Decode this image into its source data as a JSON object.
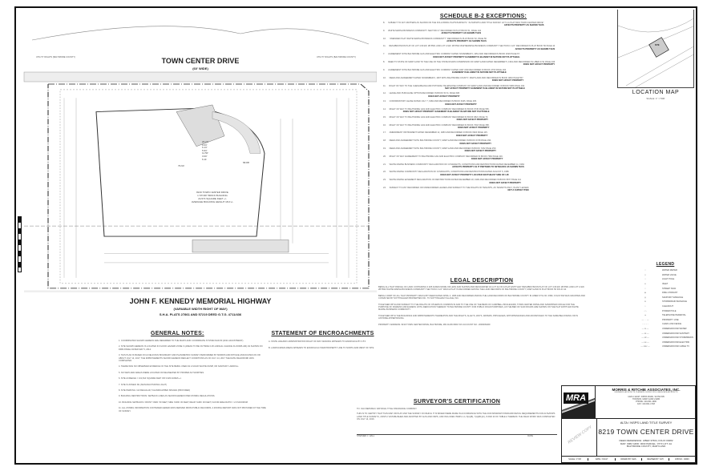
{
  "plan": {
    "road_top": "TOWN CENTER DRIVE",
    "road_top_width": "(60' WIDE)",
    "road_bottom": "JOHN F. KENNEDY MEMORIAL HIGHWAY",
    "road_bottom_width": "(VARIABLE WIDTH RIGHT OF WAY)",
    "road_bottom_ref": "S.H.A. PLATS 27861 AND 57219 DEED G.T.G. 4711/436",
    "utility_left": "UTILITY RIGHTS (BALTIMORE COUNTY)",
    "utility_right": "UTILITY RIGHTS (BALTIMORE COUNTY)",
    "building": [
      "8219 TOWN CENTER DRIVE",
      "1 STORY BRICK BUILDING",
      "24,574 SQUARE FEET +/-",
      "AVERAGE BUILDING HEIGHT 18.0'+/-"
    ],
    "dims": [
      "20.23'",
      "9.43'",
      "6.13'",
      "5.93'",
      "11.50'",
      "3.00'",
      "6.11'",
      "79.94'",
      "58.88'"
    ]
  },
  "location_map": {
    "title": "LOCATION MAP",
    "scale": "SCALE: 1\" = 500'",
    "site": "SITE"
  },
  "schedule_b": {
    "title": "SCHEDULE B-2 EXCEPTIONS:",
    "items": [
      {
        "n": "8.",
        "t": "SUBJECT TO ANY MATTERS AS SHOWN ON THE FOLLOWING PLATS/SURVEYS: \"ALTA/NSPS LAND TITLE SURVEY LOT 4-A PLAT 8219 TOWN CENTER DRIVE\"",
        "s": "AFFECTS PROPERTY AS SHOWN THUS"
      },
      {
        "n": "9.",
        "t": "WHITE MARSH BUSINESS COMMUNITY SECTION C\" RECORDED IN PLAT BOOK 51, PAGE 142",
        "s": "AFFECTS PROPERTY AS SHOWN THUS"
      },
      {
        "n": "10.",
        "t": "\"AMENDED PLAT WHITE MARSH BUSINESS COMMUNITY\" RECORDED IN PLAT BOOK 52, PAGE 56",
        "s": "AFFECTS PROPERTY AS SHOWN THUS"
      },
      {
        "n": "11.",
        "t": "RESUBDIVISION PLAT OF LOT 4-B-SW, 2B 5501 AND LOT 4-SW, 2B 5502 WHITEMARSH BUSINESS COMMUNITY SECTION C & D\" RECORDED IN PLAT BOOK 56 PAGE 44",
        "s": "AFFECTS PROPERTY AS SHOWN THUS"
      },
      {
        "n": "7.",
        "t": "AGREEMENT WITH BALTIMORE GAS AND ELECTRIC COMPANY DATED NOVEMBER 5, 1951 AND RECORDED IN BOOK 2620 PAGE 67.",
        "s": "DOES NOT AFFECT PROPERTY EASEMENT IS BLANKET IN NATURE NOT PLOTTABLE."
      },
      {
        "n": "8.",
        "t": "DEED TO STATE OF MARYLAND TO THE USE OF THE STATE ROADS COMMISSION OF MARYLAND DATED DECEMBER 5, 1964 AND RECORDED IN LIBER 4711 PAGE 436",
        "s": "DOES NOT AFFECT PROPERTY"
      },
      {
        "n": "9.",
        "t": "AGREEMENT WITH BALTIMORE GAS AND ELECTRIC COMPANY DATED 1967 AND RECORDED IN BOOK 4763 PAGE 193.",
        "s": "EASEMENT IS BLANKET IN NATURE NOT PLOTTABLE"
      },
      {
        "n": "10.",
        "t": "DEED AND AGREEMENT DATED NOVEMBER 6, 1967 WITH BALTIMORE COUNTY, MARYLAND AND RECORDED IN BOOK 4843 PAGE 557.",
        "s": "DOES NOT AFFECT PROPERTY"
      },
      {
        "n": "11.",
        "t": "RIGHT OF WAY TO THE CHESAPEAKE AND POTOMAC TELEPHONE COMPANY OF MARYLAND AND RECORDED IN BOOK 5080 PAGE 194.",
        "s": "MAY AFFECT PROPERTY EASEMENT IS BLANKET IN NATURE NOT PLOTTABLE"
      },
      {
        "n": "12.",
        "t": "LEASE AND PURCHASE OPTION RECORDED IN BOOK 5174, PAGE 608.",
        "s": "DOES NOT AFFECT PROPERTY"
      },
      {
        "n": "13.",
        "t": "CONFIRMATORY LEASE DATED JULY 7, 1982 AND RECORDED IN BOOK 6345, PAGE 405.",
        "s": "DOES NOT AFFECT PROPERTY"
      },
      {
        "n": "14.",
        "t": "RIGHT OF WAY TO BALTIMORE GAS AND ELECTRIC COMPANY RECORDED IN BOOK 6745 PAGE 565.",
        "s": "DOES NOT AFFECT PROPERTY EASEMENT IS BLANKET IN NATURE NOT PLOTTABLE"
      },
      {
        "n": "15.",
        "t": "RIGHT OF WAY TO BALTIMORE GAS AND ELECTRIC COMPANY RECORDED IN BOOK 6821 PAGE 73.",
        "s": "DOES NOT AFFECT PROPERTY"
      },
      {
        "n": "16.",
        "t": "RIGHT OF WAY TO BALTIMORE GAS AND ELECTRIC COMPANY RECORDED IN BOOK 7018 PAGE 358.",
        "s": "DOES NOT AFFECT PROPERTY"
      },
      {
        "n": "17.",
        "t": "AMENDMENT INSTRUMENT DATED DECEMBER 12, 1983 AND RECORDED IN BOOK 6620 PAGE 115.",
        "s": "DOES NOT AFFECT PROPERTY"
      },
      {
        "n": "18.",
        "t": "DEED AND AGREEMENT WITH BALTIMORE COUNTY, MARYLAND RECORDED IN BOOK 6728 PAGE 290.",
        "s": "DOES NOT AFFECT PROPERTY"
      },
      {
        "n": "19.",
        "t": "DEED AND AGREEMENT WITH BALTIMORE COUNTY, MARYLAND AND RECORDED IN BOOK 7262 PAGE 250.",
        "s": "DOES NOT AFFECT PROPERTY"
      },
      {
        "n": "20.",
        "t": "RIGHT OF WAY AGREEMENT TO BALTIMORE GAS AND ELECTRIC COMPANY RECORDED IN BOOK 7382 PAGE 416.",
        "s": "DOES NOT AFFECT PROPERTY"
      },
      {
        "n": "21.",
        "t": "WHITE MARSH BUSINESS COMMUNITY DECLARATION OF COVENANTS, CONDITIONS AND RESTRICTIONS DATED DECEMBER 11, 1984",
        "s": "AFFECTS PROPERTY AS IT PERTAINS TO SETBACKS AS SHOWN THUS"
      },
      {
        "n": "22.",
        "t": "WHITE MARSH COMMUNITY DECLARATION OF COVENANTS, CONDITIONS AND RESTRICTIONS DATED AUGUST 5, 1986",
        "s": "DOES NOT AFFECT PROPERTY LOCATED SOUTHEAST SIDE OF I-95"
      },
      {
        "n": "23.",
        "t": "WHITE MARSH EASEMENT DECLARATION OF RESTRICTIONS DATED DECEMBER 18, 1990 AND RECORDED IN BOOK 8677 PAGE 111",
        "s": "DOES NOT AFFECT PROPERTY"
      },
      {
        "n": "24.",
        "t": "SUBJECT TO ANY RECORDED OR UNRECORDED LEASES AND SUBJECT TO THE RIGHTS OF TENANTS, AS TENANTS ONLY, IN ANY LEASES",
        "s": "NOT A SURVEY ITEM"
      }
    ]
  },
  "legal": {
    "title": "LEGAL DESCRIPTION",
    "paragraphs": [
      "BEING ALL THAT PARCEL OF LAND CONTAINING 3.025 ACRES MORE OR LESS AND SHOWN AND DESIGNATED AS LOT 4A ON A PLAT ENTITLED \"RESUBDIVISION PLAT OF LOT 4-B-SW, 2B 5501 AND LOT 4-SW, 2B 5502 WHITE MARSH BUSINESS COMMUNITY SECTION C & D\" WHICH PLAT IS RECORDED AMONG THE LAND RECORDS OF BALTIMORE COUNTY, MARYLAND IN PLAT BOOK 56 FOLIO 44.",
      "BEING A PART OF ALL THAT PROPERTY WHICH BY DEED DATED APRIL 4, 1966 AND RECORDED AMONG THE LAND RECORDS OF BALTIMORE COUNTY IN LIBER OTG NO. 4582, FOLIO 594 WAS GRANTED AND CONVEYED BY NOTTINGHAM PROPERTIES INC. TO NOTTINGHAM VILLAGE, INC.",
      "TOGETHER WITH AND SUBJECT TO THE RIGHTS OF OTHERS IN COMMON IN AND TO THE USE OF THE BEDS OF CAMPBELL BOULEVARD, TOWN CENTER DRIVE AND SANDPIPER CIRCLE FOR THE PURPOSE OF INGRESS AND EGRESS UNTIL DEDICATION THEREOF TO BALTIMORE COUNTY FOR PUBLIC ROAD PURPOSES, AS THE BED OF SAID ROADS ARE SHOWN ON THE PLAT ENTITLED WHITE MARSH BUSINESS COMMUNITY.",
      "TOGETHER WITH THE BUILDINGS AND IMPROVEMENTS THEREUPON AND THE RIGHTS, ALLEYS, WAYS, WATERS, PRIVILEGES, APPURTENANCES AND ADVANTAGES TO THE SAME BELONGING OR IN ANYWISE APPERTAINING.",
      "PROPERTY ADDRESS: 8219 TOWN CENTER DRIVE, BALTIMORE, MD 21236-5904 TAX ACCOUNT NO.: 2000009469"
    ]
  },
  "notes": {
    "title": "GENERAL NOTES:",
    "items": [
      "1. COORDINATES SHOWN HEREON ARE REFERRED TO THE MARYLAND COORDINATE SYSTEM NAD 83 (2011 ADJUSTMENT).",
      "2. SITE SHOWN HEREON IS LOCATED IN FLOOD HAZARD ZONE X (AREAS TO BE OUTSIDE 0.2% ANNUAL CHANCE FLOODPLAIN) AS SHOWN ON FIRM PANEL DATED MAY 5, 2014.",
      "3. THIS PLAN IS BASED ON A FIELD RUN BOUNDARY AND PLANIMETRIC SURVEY PERFORMED BY MORRIS AND RITCHIE ASSOCIATES ON OR ABOUT JULY 14, 2017; THE IMPROVEMENTS SHOWN HEREON REFLECT CONDITIONS AS OF JULY 14, 2017 THE DATE FIELDWORK WAS COMPLETED.",
      "4. THERE WAS NO OBSERVED EVIDENCE OF THE SITE BEING USED AS A SOLID WASTE DUMP, OR SANITARY LANDFILL.",
      "5. NO WETLAND AREAS WERE LOCATED OR DELINEATED BY PROPER AUTHORITIES.",
      "6. SITE ACREAGE = 131,814 SQUARE FEET OR 3.026 ACRES +/-",
      "7. SITE IS ZONED: ML (MANUFACTURING LIGHT)",
      "8. SITE PARKING: 113 REGULAR, 5 HANDICAPPED SPACES (PROVIDED)",
      "9. BUILDING RESTRICTIONS: SETBACK LINES AS SHOWN HEREON PER ZONING REGULATIONS.",
      "10. BUILDING SETBACKS: FRONT YARD: 50 FEET; SIDE YARD: 30 FEET; REAR YARD: 30 FEET; FLOOR AREA RATIO = 2.0 MAXIMUM",
      "11. ALL ZONING INFORMATION CONTAINED HEREIN WAS DERIVED FROM PUBLIC RECORDS. A ZONING REPORT WAS NOT PROVIDED AT THE TIME OF SURVEY."
    ]
  },
  "encroach": {
    "title": "STATEMENT OF ENCROACHMENTS",
    "items": [
      "A. STATE HIGHWAY ADMINISTRATION RIGHT OF WAY FENCING APPEARS TO ENCROACH BY 0.5'±",
      "B. LANDSCAPED AREAS APPEARS TO ENCROACH OVER PROPERTY LINE TO NORTH AND WEST OF SITE"
    ]
  },
  "cert": {
    "title": "SURVEYOR'S CERTIFICATION",
    "to": "TO: OLD REPUBLIC NATIONAL TITLE INSURANCE COMPANY.",
    "body": "THIS IS TO CERTIFY THAT THIS MAP OR PLAT AND THE SURVEY ON WHICH IT IS BASED WERE MADE IN ACCORDANCE WITH THE 2016 MINIMUM STANDARD DETAIL REQUIREMENTS FOR ALTA/NSPS LAND TITLE SURVEYS, JOINTLY ESTABLISHED AND ADOPTED BY ALTA AND NSPS, AND INCLUDES ITEMS 1-4, 6(a)(b), 7(a)(b1)(c), 8 AND 20 OF TABLE A THEREOF. THE FIELD WORK WAS COMPLETED ON JULY 14, 2016.",
    "signer": "STEPHEN J. HALL",
    "date": "DATE"
  },
  "legend": {
    "title": "LEGEND",
    "items": [
      [
        "○",
        "WATER METER"
      ],
      [
        "◇",
        "WATER VALVE"
      ],
      [
        "☼",
        "LIGHT POLE"
      ],
      [
        "▭",
        "INLET"
      ],
      [
        "ı",
        "STREET SIGN"
      ],
      [
        "◈",
        "FIRE HYDRANT"
      ],
      [
        "◎",
        "SANITARY MANHOLE"
      ],
      [
        "⊚",
        "STORMDRAIN MANHOLE"
      ],
      [
        "ı",
        "CLEANOUT"
      ],
      [
        "-○-",
        "POWER POLE"
      ],
      [
        "●",
        "TELEPHONE PEDESTAL"
      ],
      [
        "— · · —",
        "PROPERTY LINE"
      ],
      [
        "- - - - -",
        "CHAIN LINK FENCE"
      ],
      [
        "— w —",
        "UNDERGROUND WATER"
      ],
      [
        "— ss —",
        "UNDERGROUND SANITARY"
      ],
      [
        "— sd —",
        "UNDERGROUND STORMDRAIN"
      ],
      [
        "— ue —",
        "UNDERGROUND ELECTRIC"
      ],
      [
        "— catv —",
        "UNDERGROUND CABLE TV"
      ]
    ]
  },
  "title_block": {
    "logo": "MRA",
    "firm": "MORRIS & RITCHIE ASSOCIATES, INC.",
    "firm_sub": "ENGINEERS, ARCHITECTS, PLANNERS, SURVEYORS & LANDSCAPE ARCHITECTS",
    "address": [
      "1220-C EAST JOPPA ROAD, SUITE 505",
      "TOWSON, MARYLAND 21286",
      "PHONE: 410-821-1690",
      "FAX: 410-821-1748"
    ],
    "survey_type": "ALTA / NSPS LAND TITLE SURVEY",
    "project": "8219 TOWN CENTER DRIVE",
    "deed": "DEED REFERENCE: LIBER 37664, FOLIO 00282",
    "map": "MAP: 0082 GRID: 0003 PARCEL: 0773 LOT: 4A",
    "county": "BALTIMORE COUNTY, MARYLAND",
    "watermark": "REVIEW COPY",
    "footer": [
      "SCALE: 1\"=30'",
      "DATE: 7/21/17",
      "DRAWN BY: MAS",
      "REVISED BY: SJH",
      "JOB NO.: 19603"
    ]
  }
}
